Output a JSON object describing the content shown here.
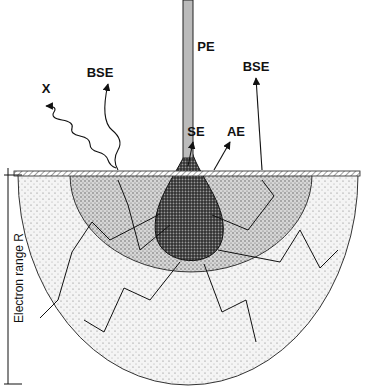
{
  "diagram": {
    "labels": [
      "PE",
      "X",
      "BSE",
      "SE",
      "AE",
      "BSE",
      "Electron range R"
    ]
  }
}
